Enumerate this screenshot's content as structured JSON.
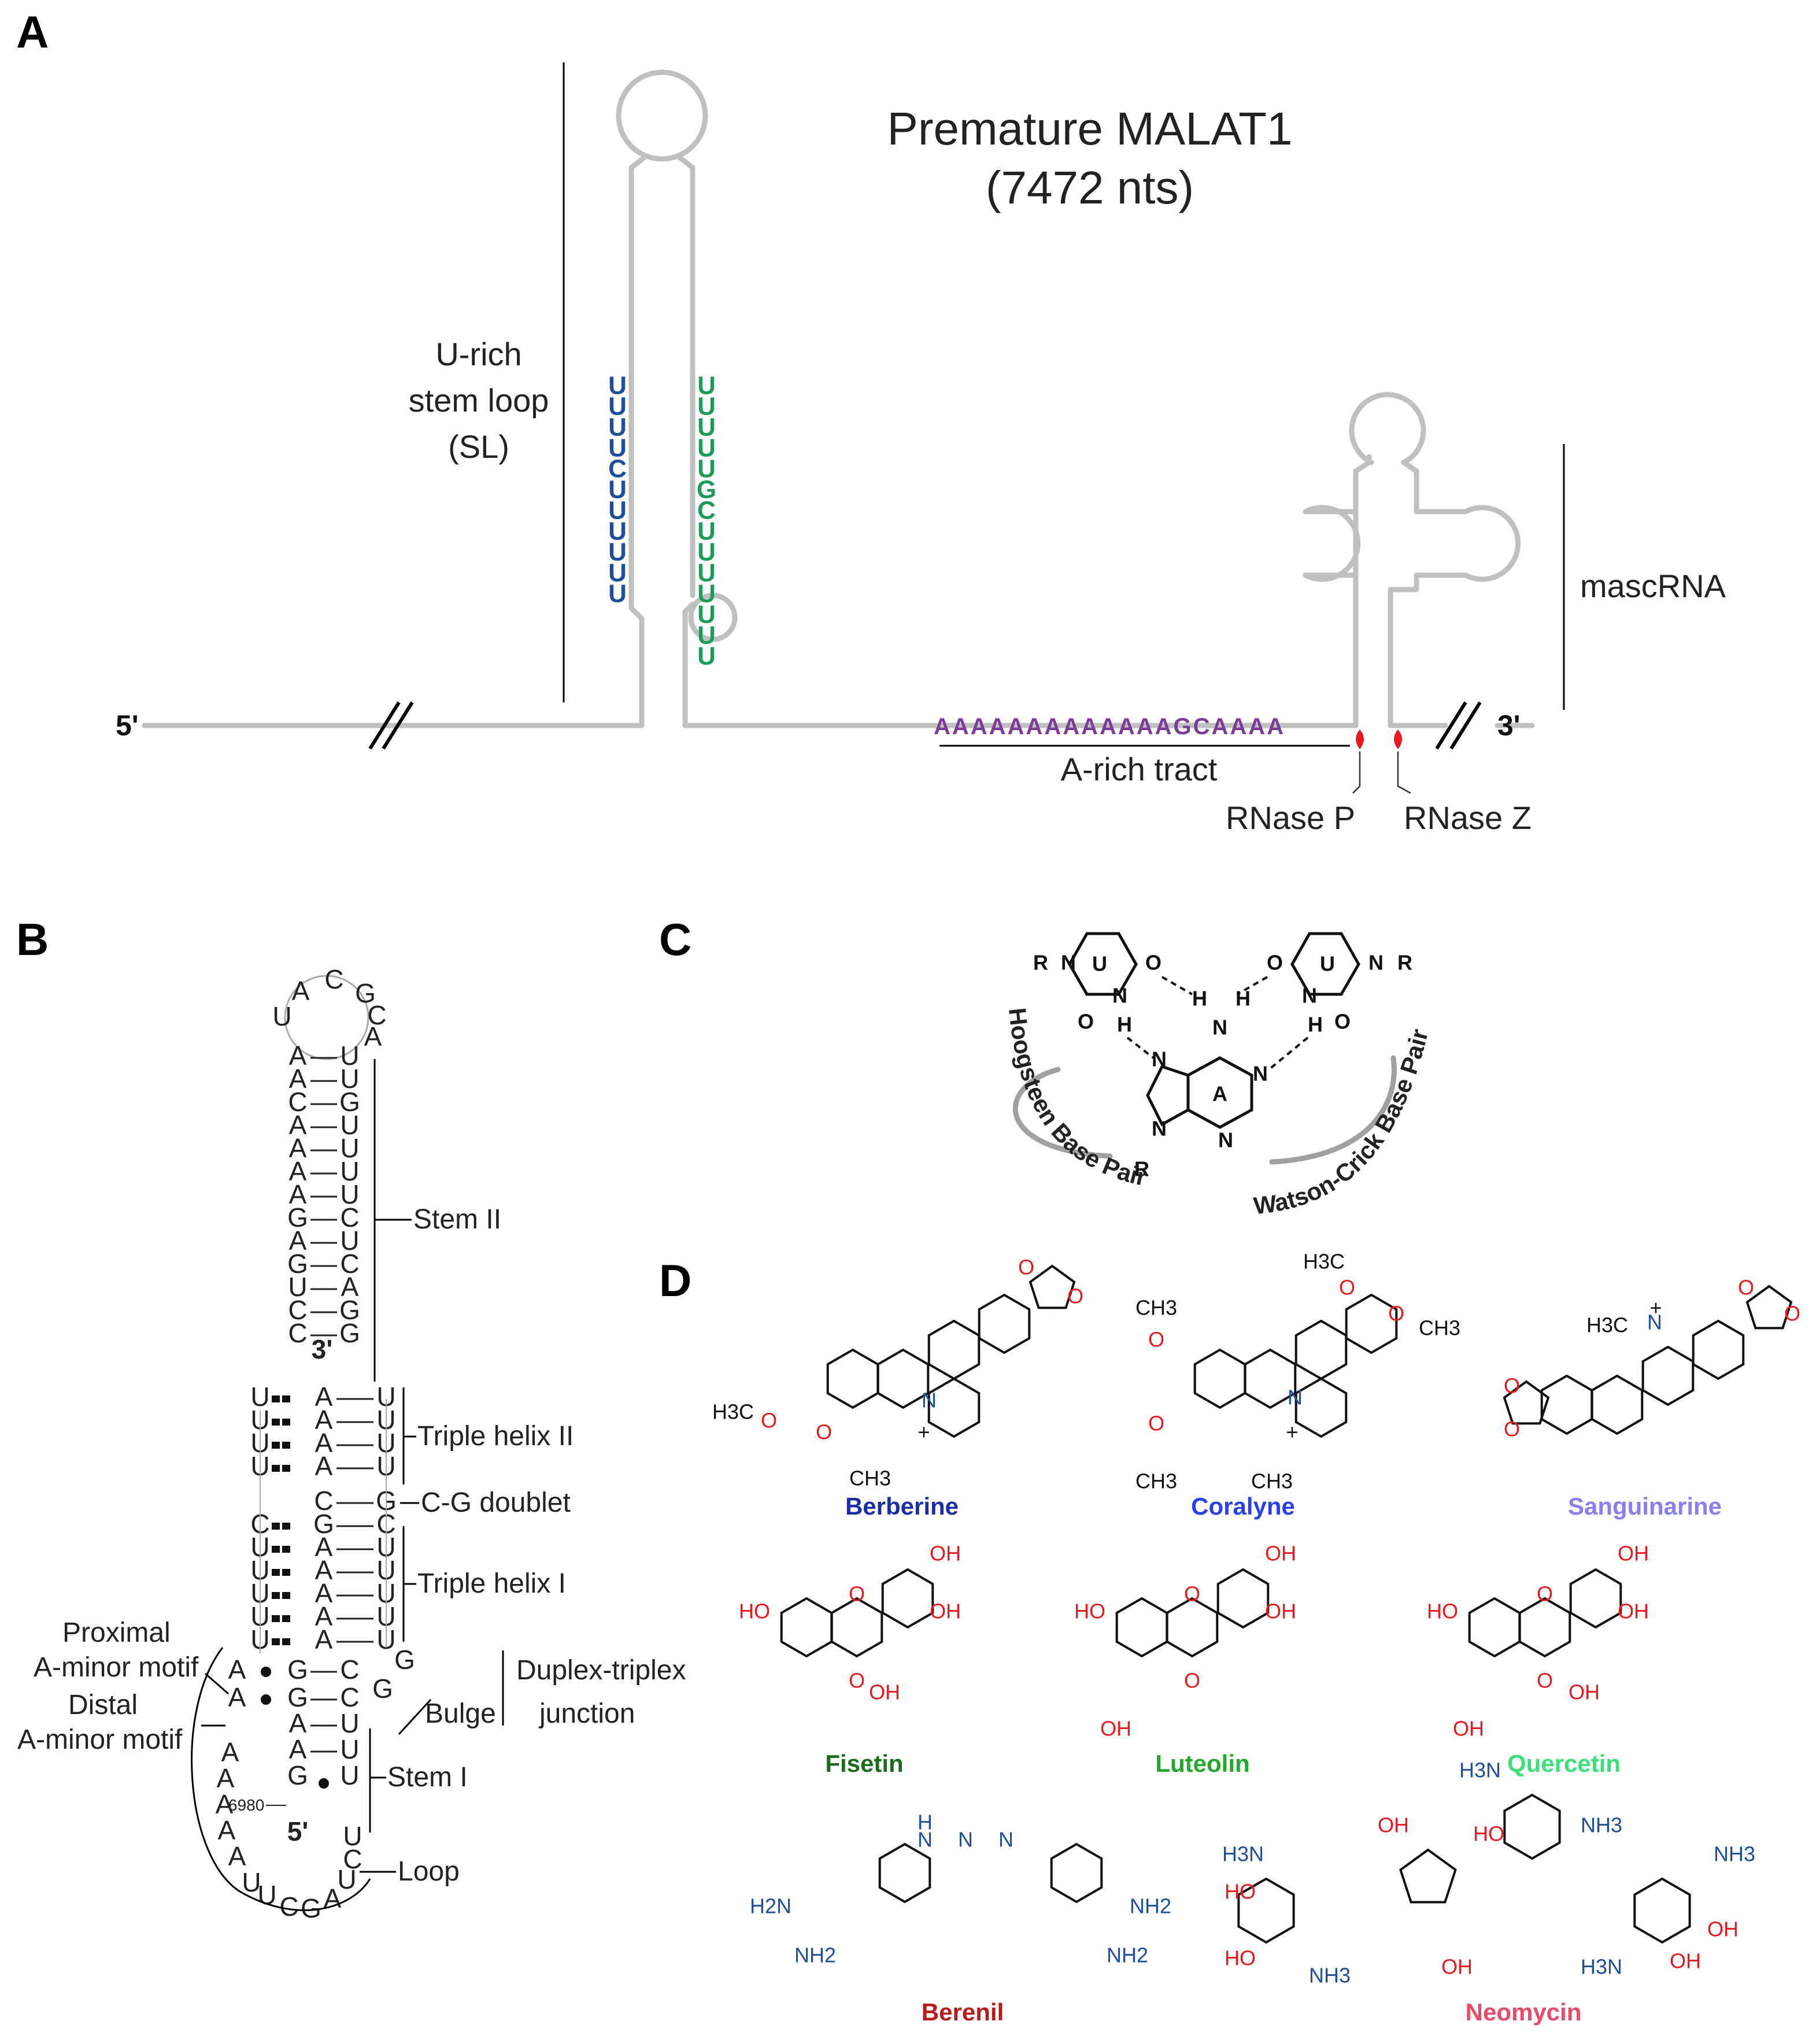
{
  "panel_a": {
    "letter": "A",
    "title_line1": "Premature MALAT1",
    "title_line2": "(7472 nts)",
    "five_prime": "5'",
    "three_prime": "3'",
    "sl_label": [
      "U-rich",
      "stem loop",
      "(SL)"
    ],
    "left_strand": [
      "U",
      "U",
      "U",
      "U",
      "C",
      "U",
      "U",
      "U",
      "U",
      "U",
      "U"
    ],
    "right_strand": [
      "U",
      "U",
      "U",
      "U",
      "U",
      "G",
      "C",
      "U",
      "U",
      "U",
      "U",
      "U",
      "U",
      "U"
    ],
    "a_tract_seq": "AAAAAAAAAAAAAGCAAAA",
    "a_tract_label": "A-rich tract",
    "mascrna_label": "mascRNA",
    "rnase_p": "RNase P",
    "rnase_z": "RNase Z",
    "colors": {
      "backbone": "#c0c0c0",
      "blue": "#1f4e9c",
      "green": "#1d9b5a",
      "purple": "#7a3c98",
      "red": "#e8191f"
    }
  },
  "panel_b": {
    "letter": "B",
    "loop_top": [
      "A",
      "C",
      "G",
      "U",
      "C",
      "A"
    ],
    "stem2_pairs": [
      [
        "A",
        "U"
      ],
      [
        "A",
        "U"
      ],
      [
        "C",
        "G"
      ],
      [
        "A",
        "U"
      ],
      [
        "A",
        "U"
      ],
      [
        "A",
        "U"
      ],
      [
        "A",
        "U"
      ],
      [
        "G",
        "C"
      ],
      [
        "A",
        "U"
      ],
      [
        "G",
        "C"
      ],
      [
        "U",
        "A"
      ],
      [
        "C",
        "G"
      ],
      [
        "C",
        "G"
      ]
    ],
    "three_prime_mark": "3'",
    "triple2": [
      [
        "U",
        "A",
        "U"
      ],
      [
        "U",
        "A",
        "U"
      ],
      [
        "U",
        "A",
        "U"
      ],
      [
        "U",
        "A",
        "U"
      ]
    ],
    "cg_doublet": [
      "C",
      "G"
    ],
    "triple1": [
      [
        "C",
        "G",
        "C"
      ],
      [
        "U",
        "A",
        "U"
      ],
      [
        "U",
        "A",
        "U"
      ],
      [
        "U",
        "A",
        "U"
      ],
      [
        "U",
        "A",
        "U"
      ],
      [
        "U",
        "A",
        "U"
      ]
    ],
    "junction_left": [
      "A",
      "A"
    ],
    "junction_pairs": [
      [
        "G",
        "C"
      ],
      [
        "G",
        "C"
      ]
    ],
    "junction_bulge": [
      "G",
      "G"
    ],
    "stem1_pairs": [
      [
        "A",
        "U"
      ],
      [
        "A",
        "U"
      ],
      [
        "G",
        "U"
      ]
    ],
    "loop_left": [
      "A",
      "A",
      "A",
      "A",
      "A",
      "U"
    ],
    "loop_bottom": [
      "U",
      "C",
      "G",
      "A",
      "U",
      "C"
    ],
    "loop_right": [
      "U"
    ],
    "number": "6980",
    "five_prime_mark": "5'",
    "labels": {
      "stem2": "Stem II",
      "triple2": "Triple helix II",
      "cg": "C-G doublet",
      "triple1": "Triple helix I",
      "prox": [
        "Proximal",
        "A-minor motif"
      ],
      "dist": [
        "Distal",
        "A-minor motif"
      ],
      "djj": [
        "Duplex-triplex",
        "junction"
      ],
      "bulge": "Bulge",
      "stem1": "Stem I",
      "loop": "Loop"
    }
  },
  "panel_c": {
    "letter": "C",
    "u_left": "U",
    "u_right": "U",
    "a_center": "A",
    "hoogsteen": "Hoogsteen Base Pair",
    "watson": "Watson-Crick Base Pair",
    "atoms": {
      "R": "R",
      "N": "N",
      "O": "O",
      "H": "H"
    }
  },
  "panel_d": {
    "letter": "D",
    "compounds": [
      {
        "name": "Berberine",
        "color": "#1b2ea8"
      },
      {
        "name": "Coralyne",
        "color": "#2a3ff0"
      },
      {
        "name": "Sanguinarine",
        "color": "#8a7ef0"
      },
      {
        "name": "Fisetin",
        "color": "#1a6b20"
      },
      {
        "name": "Luteolin",
        "color": "#22a82c"
      },
      {
        "name": "Quercetin",
        "color": "#3be07a"
      },
      {
        "name": "Berenil",
        "color": "#b71c1c"
      },
      {
        "name": "Neomycin",
        "color": "#ea4a6a"
      }
    ],
    "atom_labels": {
      "h3c_o": "H3C",
      "ch3": "CH3",
      "oh": "OH",
      "ho": "HO",
      "o": "O",
      "n": "N",
      "nh2": "NH2",
      "h2n": "H2N",
      "nh3": "NH3",
      "h3n": "H3N",
      "h": "H",
      "plus": "+"
    }
  }
}
